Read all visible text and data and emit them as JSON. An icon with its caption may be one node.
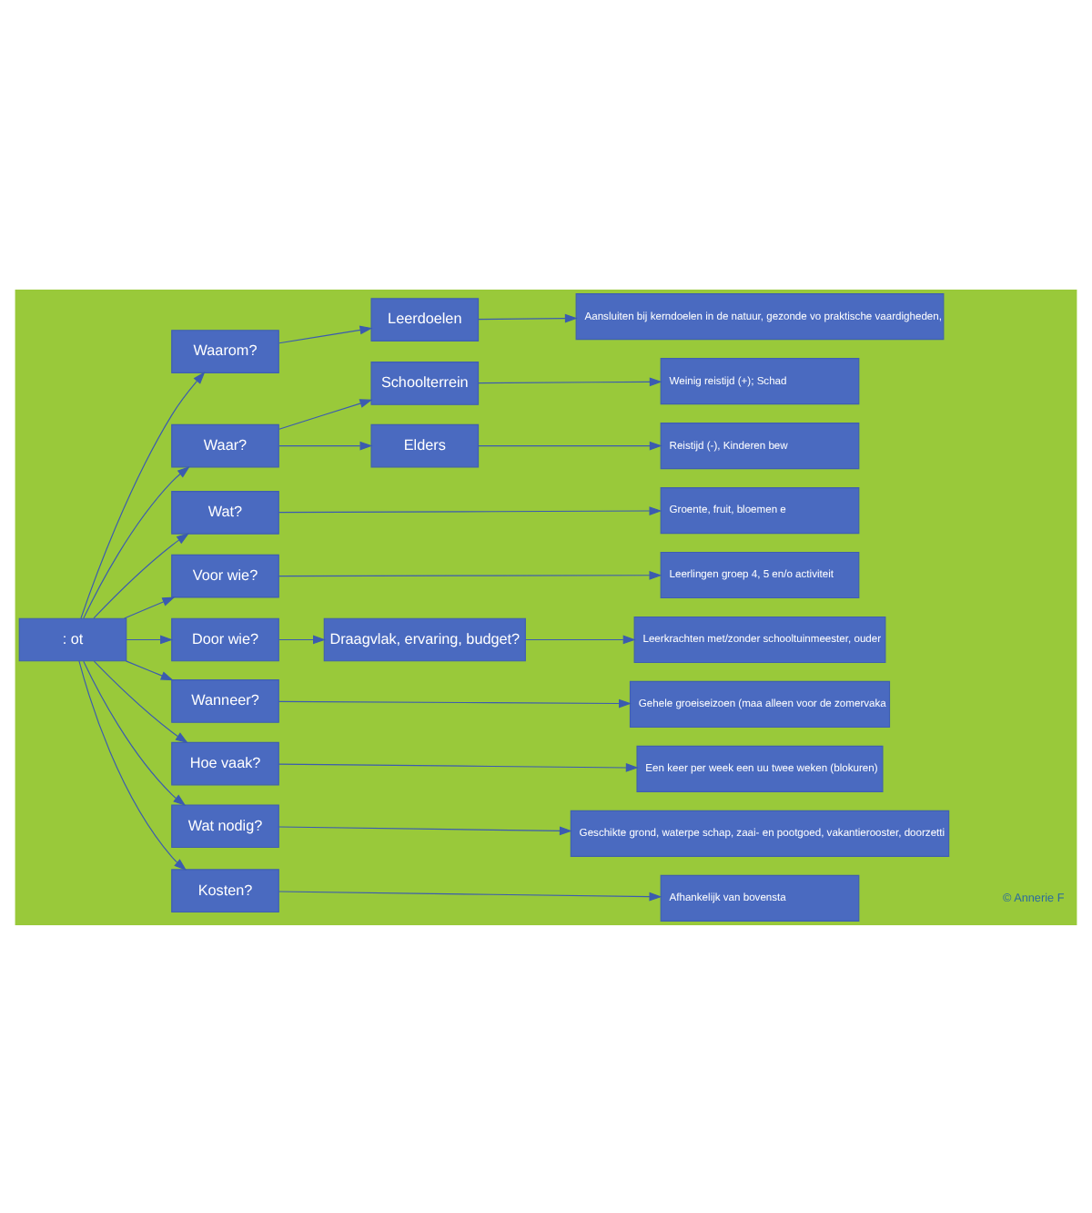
{
  "diagram": {
    "nodes": [
      {
        "text": [
          ": ot"
        ]
      },
      {
        "text": [
          "Waarom?"
        ]
      },
      {
        "text": [
          "Leerdoelen"
        ]
      },
      {
        "text": [
          "Aansluiten bij kerndoelen in de natuur, gezonde vo praktische vaardigheden,"
        ]
      },
      {
        "text": [
          "Waar?"
        ]
      },
      {
        "text": [
          "Schoolterrein"
        ]
      },
      {
        "text": [
          "Elders"
        ]
      },
      {
        "text": [
          "Weinig reistijd (+); Schad"
        ]
      },
      {
        "text": [
          "Reistijd (-), Kinderen bew"
        ]
      },
      {
        "text": [
          "Wat?"
        ]
      },
      {
        "text": [
          "Groente, fruit, bloemen e"
        ]
      },
      {
        "text": [
          "Voor wie?"
        ]
      },
      {
        "text": [
          "Leerlingen groep 4, 5 en/o activiteit"
        ]
      },
      {
        "text": [
          "Door wie?"
        ]
      },
      {
        "text": [
          "Draagvlak, ervaring, budget?"
        ]
      },
      {
        "text": [
          "Leerkrachten met/zonder schooltuinmeester, ouder"
        ]
      },
      {
        "text": [
          "Wanneer?"
        ]
      },
      {
        "text": [
          "Gehele groeiseizoen (maa alleen voor de zomervaka"
        ]
      },
      {
        "text": [
          "Hoe vaak?"
        ]
      },
      {
        "text": [
          "Een keer per week een uu twee weken (blokuren)"
        ]
      },
      {
        "text": [
          "Wat nodig?"
        ]
      },
      {
        "text": [
          "Geschikte grond, waterpe schap, zaai- en pootgoed, vakantierooster, doorzetti"
        ]
      },
      {
        "text": [
          "Kosten?"
        ]
      },
      {
        "text": [
          "Afhankelijk van bovensta"
        ]
      }
    ],
    "edges": [
      {
        "from": 0,
        "to": 1,
        "arrow": "to"
      },
      {
        "from": 1,
        "to": 2,
        "arrow": "to"
      },
      {
        "from": 2,
        "to": 3,
        "arrow": "to"
      },
      {
        "from": 0,
        "to": 4,
        "arrow": "to"
      },
      {
        "from": 4,
        "to": 5,
        "arrow": "to"
      },
      {
        "from": 4,
        "to": 6,
        "arrow": "to"
      },
      {
        "from": 5,
        "to": 7,
        "arrow": "to"
      },
      {
        "from": 6,
        "to": 8,
        "arrow": "to"
      },
      {
        "from": 0,
        "to": 9,
        "arrow": "to"
      },
      {
        "from": 9,
        "to": 10,
        "arrow": "to"
      },
      {
        "from": 0,
        "to": 11,
        "arrow": "to"
      },
      {
        "from": 11,
        "to": 12,
        "arrow": "to"
      },
      {
        "from": 0,
        "to": 13,
        "arrow": "to"
      },
      {
        "from": 13,
        "to": 14,
        "arrow": "to"
      },
      {
        "from": 14,
        "to": 15,
        "arrow": "to"
      },
      {
        "from": 0,
        "to": 16,
        "arrow": "to"
      },
      {
        "from": 16,
        "to": 17,
        "arrow": "to"
      },
      {
        "from": 0,
        "to": 18,
        "arrow": "to"
      },
      {
        "from": 18,
        "to": 19,
        "arrow": "to"
      },
      {
        "from": 0,
        "to": 20,
        "arrow": "to"
      },
      {
        "from": 20,
        "to": 21,
        "arrow": "to"
      },
      {
        "from": 0,
        "to": 22,
        "arrow": "to"
      },
      {
        "from": 22,
        "to": 23,
        "arrow": "to"
      }
    ],
    "labels": [
      "© Annerie F"
    ]
  }
}
